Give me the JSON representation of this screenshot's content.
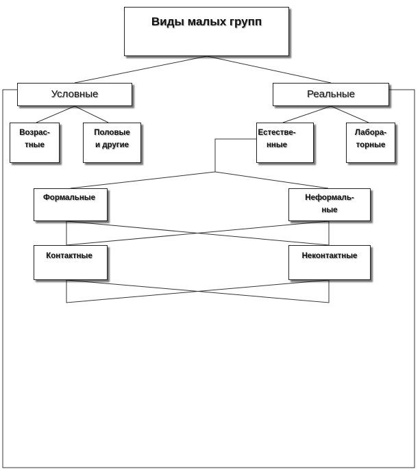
{
  "title": "Виды малых групп",
  "nodes": {
    "conditional": "Условные",
    "real": "Реальные",
    "age": "Возрас-\nтные",
    "gender": "Половые\nи другие",
    "natural": "Естестве-\nнные",
    "laboratory": "Лабора-\nторные",
    "formal": "Формальные",
    "informal": "Неформаль-\nные",
    "contact": "Контактные",
    "noncontact": "Неконтактные"
  }
}
